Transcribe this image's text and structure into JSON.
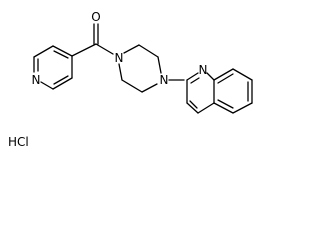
{
  "structure": {
    "atoms": {
      "oxygen": "O",
      "pyridine_n": "N",
      "piperazine_n1": "N",
      "piperazine_n2": "N",
      "quinoline_n": "N"
    },
    "salt": "HCl"
  },
  "colors": {
    "bond": "#000000",
    "label": "#000000",
    "background": "#ffffff"
  }
}
